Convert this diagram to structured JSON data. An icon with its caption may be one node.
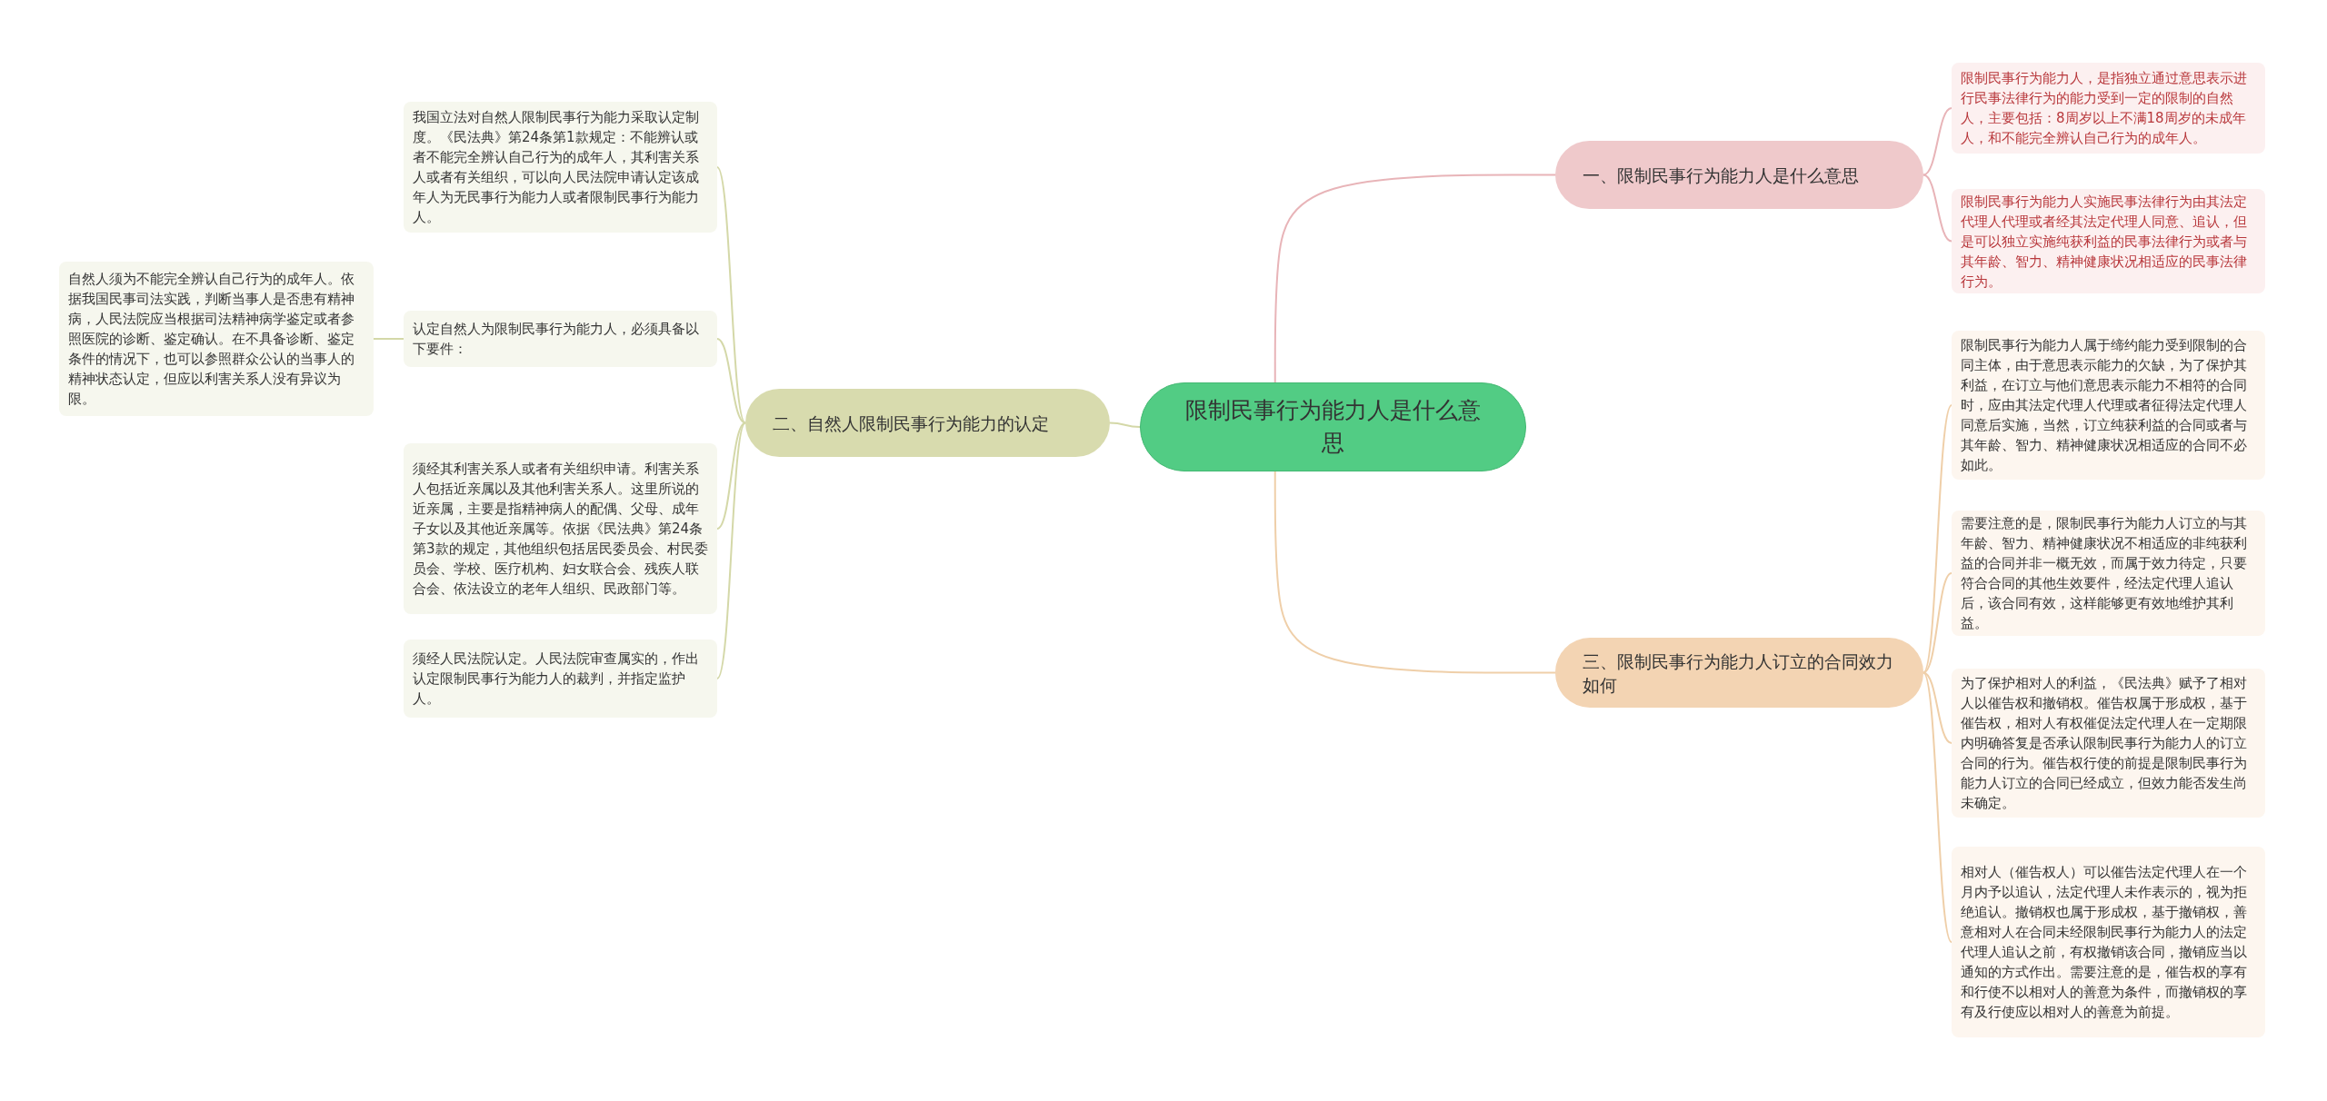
{
  "diagram": {
    "nodes": [
      {
        "text": [
          "限制民事行为能力人是什么意思"
        ]
      },
      {
        "text": [
          "一、限制民事行为能力人是什么意思"
        ]
      },
      {
        "text": [
          "限制民事行为能力人，是指独立通过意思表示进行民事法律行为的能力受到一定的限制的自然人，主要包括：8周岁以上不满18周岁的未成年人，和不能完全辨认自己行为的成年人。"
        ]
      },
      {
        "text": [
          "限制民事行为能力人实施民事法律行为由其法定代理人代理或者经其法定代理人同意、追认，但是可以独立实施纯获利益的民事法律行为或者与其年龄、智力、精神健康状况相适应的民事法律行为。"
        ]
      },
      {
        "text": [
          "二、自然人限制民事行为能力的认定"
        ]
      },
      {
        "text": [
          "我国立法对自然人限制民事行为能力采取认定制度。《民法典》第24条第1款规定：不能辨认或者不能完全辨认自己行为的成年人，其利害关系人或者有关组织，可以向人民法院申请认定该成年人为无民事行为能力人或者限制民事行为能力人。"
        ]
      },
      {
        "text": [
          "认定自然人为限制民事行为能力人，必须具备以下要件："
        ]
      },
      {
        "text": [
          "须经其利害关系人或者有关组织申请。利害关系人包括近亲属以及其他利害关系人。这里所说的近亲属，主要是指精神病人的配偶、父母、成年子女以及其他近亲属等。依据《民法典》第24条第3款的规定，其他组织包括居民委员会、村民委员会、学校、医疗机构、妇女联合会、残疾人联合会、依法设立的老年人组织、民政部门等。"
        ]
      },
      {
        "text": [
          "须经人民法院认定。人民法院审查属实的，作出认定限制民事行为能力人的裁判，并指定监护人。"
        ]
      },
      {
        "text": [
          "自然人须为不能完全辨认自己行为的成年人。依据我国民事司法实践，判断当事人是否患有精神病，人民法院应当根据司法精神病学鉴定或者参照医院的诊断、鉴定确认。在不具备诊断、鉴定条件的情况下，也可以参照群众公认的当事人的精神状态认定，但应以利害关系人没有异议为限。"
        ]
      },
      {
        "text": [
          "三、限制民事行为能力人订立的合同效力如何"
        ]
      },
      {
        "text": [
          "限制民事行为能力人属于缔约能力受到限制的合同主体，由于意思表示能力的欠缺，为了保护其利益，在订立与他们意思表示能力不相符的合同时，应由其法定代理人代理或者征得法定代理人同意后实施，当然，订立纯获利益的合同或者与其年龄、智力、精神健康状况相适应的合同不必如此。"
        ]
      },
      {
        "text": [
          "需要注意的是，限制民事行为能力人订立的与其年龄、智力、精神健康状况不相适应的非纯获利益的合同并非一概无效，而属于效力待定，只要符合合同的其他生效要件，经法定代理人追认后，该合同有效，这样能够更有效地维护其利益。"
        ]
      },
      {
        "text": [
          "为了保护相对人的利益，《民法典》赋予了相对人以催告权和撤销权。催告权属于形成权，基于催告权，相对人有权催促法定代理人在一定期限内明确答复是否承认限制民事行为能力人的订立合同的行为。催告权行使的前提是限制民事行为能力人订立的合同已经成立，但效力能否发生尚未确定。"
        ]
      },
      {
        "text": [
          "相对人（催告权人）可以催告法定代理人在一个月内予以追认，法定代理人未作表示的，视为拒绝追认。撤销权也属于形成权，基于撤销权，善意相对人在合同未经限制民事行为能力人的法定代理人追认之前，有权撤销该合同，撤销应当以通知的方式作出。需要注意的是，催告权的享有和行使不以相对人的善意为条件，而撤销权的享有及行使应以相对人的善意为前提。"
        ]
      }
    ],
    "edges": [
      {
        "from": 0,
        "to": 1,
        "arrow": "none",
        "color": "#e8b4b8"
      },
      {
        "from": 1,
        "to": 2,
        "arrow": "none",
        "color": "#e8b4b8"
      },
      {
        "from": 1,
        "to": 3,
        "arrow": "none",
        "color": "#e8b4b8"
      },
      {
        "from": 0,
        "to": 4,
        "arrow": "none"
      },
      {
        "from": 4,
        "to": 5,
        "arrow": "none"
      },
      {
        "from": 4,
        "to": 6,
        "arrow": "none"
      },
      {
        "from": 4,
        "to": 7,
        "arrow": "none"
      },
      {
        "from": 4,
        "to": 8,
        "arrow": "none"
      },
      {
        "from": 6,
        "to": 9,
        "arrow": "none"
      },
      {
        "from": 0,
        "to": 10,
        "arrow": "none",
        "color": "#efcfa9"
      },
      {
        "from": 10,
        "to": 11,
        "arrow": "none",
        "color": "#efcfa9"
      },
      {
        "from": 10,
        "to": 12,
        "arrow": "none",
        "color": "#efcfa9"
      },
      {
        "from": 10,
        "to": 13,
        "arrow": "none",
        "color": "#efcfa9"
      },
      {
        "from": 10,
        "to": 14,
        "arrow": "none",
        "color": "#efcfa9"
      }
    ]
  }
}
